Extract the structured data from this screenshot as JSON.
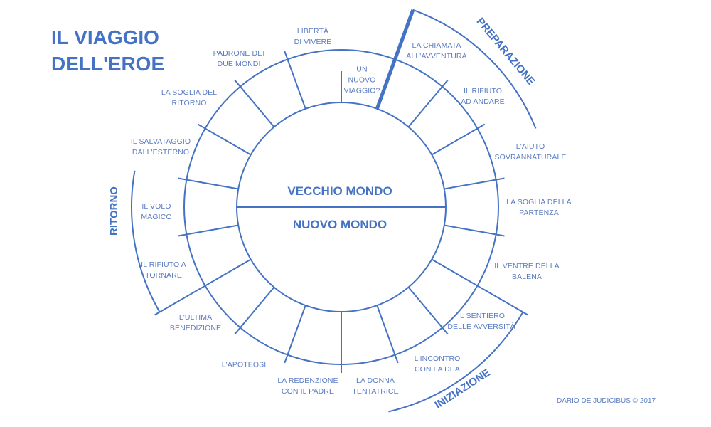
{
  "title": {
    "line1": "IL VIAGGIO",
    "line2": "DELL'EROE"
  },
  "center": {
    "top": "VECCHIO MONDO",
    "bottom": "NUOVO MONDO"
  },
  "phases": {
    "preparation": "PREPARAZIONE",
    "initiation": "INIZIAZIONE",
    "return": "RITORNO"
  },
  "stages": [
    {
      "l1": "UN",
      "l2": "NUOVO",
      "l3": "VIAGGIO?"
    },
    {
      "l1": "LA CHIAMATA",
      "l2": "ALL'AVVENTURA"
    },
    {
      "l1": "IL RIFIUTO",
      "l2": "AD ANDARE"
    },
    {
      "l1": "L'AIUTO",
      "l2": "SOVRANNATURALE"
    },
    {
      "l1": "LA SOGLIA DELLA",
      "l2": "PARTENZA"
    },
    {
      "l1": "IL VENTRE DELLA",
      "l2": "BALENA"
    },
    {
      "l1": "IL SENTIERO",
      "l2": "DELLE AVVERSITÀ"
    },
    {
      "l1": "L'INCONTRO",
      "l2": "CON LA DEA"
    },
    {
      "l1": "LA DONNA",
      "l2": "TENTATRICE"
    },
    {
      "l1": "LA REDENZIONE",
      "l2": "CON IL PADRE"
    },
    {
      "l1": "L'APOTEOSI"
    },
    {
      "l1": "L'ULTIMA",
      "l2": "BENEDIZIONE"
    },
    {
      "l1": "IL RIFIUTO A",
      "l2": "TORNARE"
    },
    {
      "l1": "IL VOLO",
      "l2": "MAGICO"
    },
    {
      "l1": "IL SALVATAGGIO",
      "l2": "DALL'ESTERNO"
    },
    {
      "l1": "LA SOGLIA DEL",
      "l2": "RITORNO"
    },
    {
      "l1": "PADRONE DEI",
      "l2": "DUE MONDI"
    },
    {
      "l1": "LIBERTÀ",
      "l2": "DI VIVERE"
    }
  ],
  "credit": "DARIO DE JUDICIBUS © 2017",
  "colors": {
    "line": "#4472c4",
    "text": "#5b7cc2"
  }
}
